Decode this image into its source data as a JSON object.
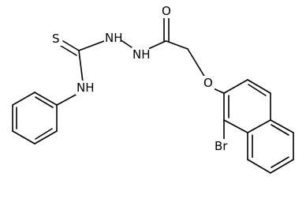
{
  "atoms": {
    "sulfur": "S",
    "oxygen_carbonyl": "O",
    "oxygen_ether": "O",
    "bromine": "Br",
    "hydrazide_nh_1": "NH",
    "hydrazide_nh_2": "NH",
    "aniline_nh": "NH"
  },
  "colors": {
    "bond": "#000000",
    "label": "#000000",
    "background": "#ffffff"
  }
}
